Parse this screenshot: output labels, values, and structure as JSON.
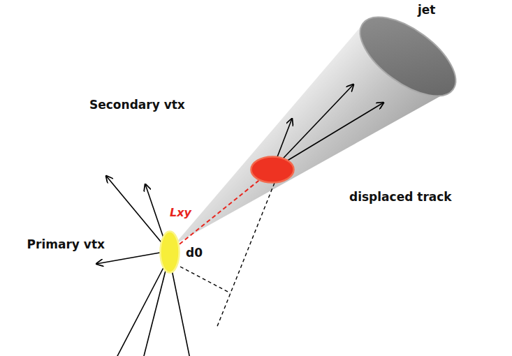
{
  "diagram": {
    "nodes": [
      {
        "text": [
          "Secondary vtx"
        ]
      },
      {
        "text": [
          "Primary vtx"
        ]
      }
    ],
    "edges": [
      {
        "from": 1,
        "to": 0,
        "arrow": "none",
        "label": "Lxy"
      }
    ],
    "labels": [
      "jet",
      "displaced track",
      "d0"
    ]
  }
}
